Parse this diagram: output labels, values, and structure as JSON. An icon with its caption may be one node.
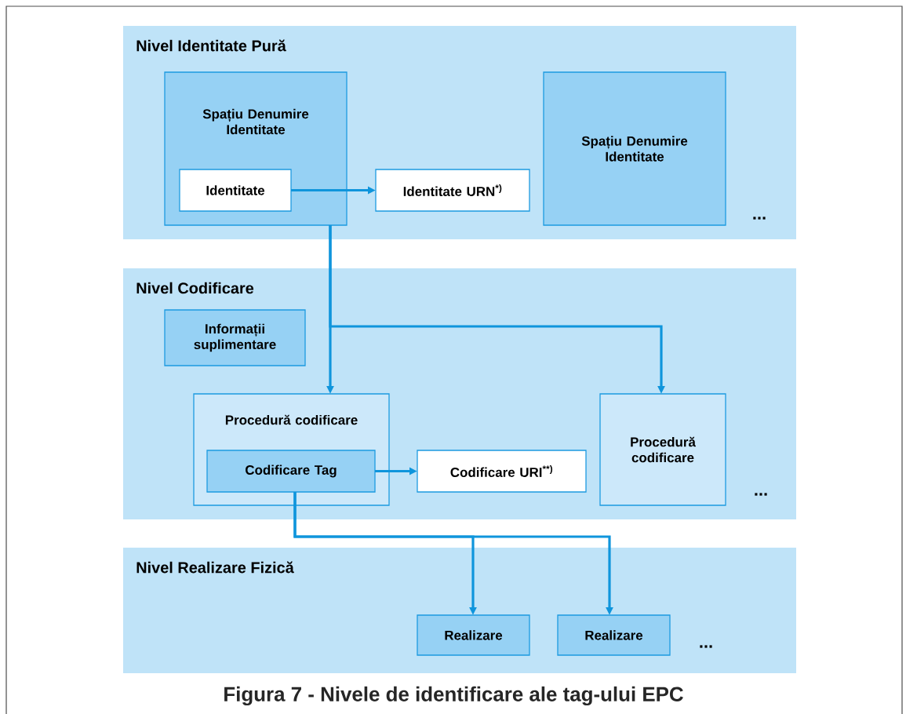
{
  "diagram": {
    "caption": "Figura 7 - Nivele de identificare ale tag-ului EPC",
    "nodes": [
      {
        "text": [
          "Nivel Identitate Pură"
        ]
      },
      {
        "text": [
          "Spațiu Denumire Identitate"
        ],
        "in": 0
      },
      {
        "text": [
          "Identitate"
        ],
        "in": 1
      },
      {
        "text": [
          "Identitate URN$^{*)}$"
        ],
        "in": 0
      },
      {
        "text": [
          "Spațiu Denumire Identitate"
        ],
        "in": 0
      },
      {
        "text": [
          "Nivel Codificare"
        ]
      },
      {
        "text": [
          "Informații suplimentare"
        ],
        "in": 5
      },
      {
        "text": [
          "Procedură codificare"
        ],
        "in": 5
      },
      {
        "text": [
          "Codificare Tag"
        ],
        "in": 7
      },
      {
        "text": [
          "Codificare URI$^{**)}$"
        ],
        "in": 5
      },
      {
        "text": [
          "Procedură codificare"
        ],
        "in": 5
      },
      {
        "text": [
          "Nivel Realizare Fizică"
        ]
      },
      {
        "text": [
          "Realizare"
        ],
        "in": 11
      },
      {
        "text": [
          "Realizare"
        ],
        "in": 11
      }
    ],
    "edges": [
      {
        "from": 2,
        "to": 3,
        "arrow": "to"
      },
      {
        "from": 1,
        "to": 7,
        "arrow": "to"
      },
      {
        "from": 1,
        "to": 10,
        "arrow": "to"
      },
      {
        "from": 8,
        "to": 9,
        "arrow": "to"
      },
      {
        "from": 8,
        "to": 12,
        "arrow": "to"
      },
      {
        "from": 8,
        "to": 13,
        "arrow": "to"
      }
    ],
    "labels": [
      "...",
      "...",
      "..."
    ]
  }
}
